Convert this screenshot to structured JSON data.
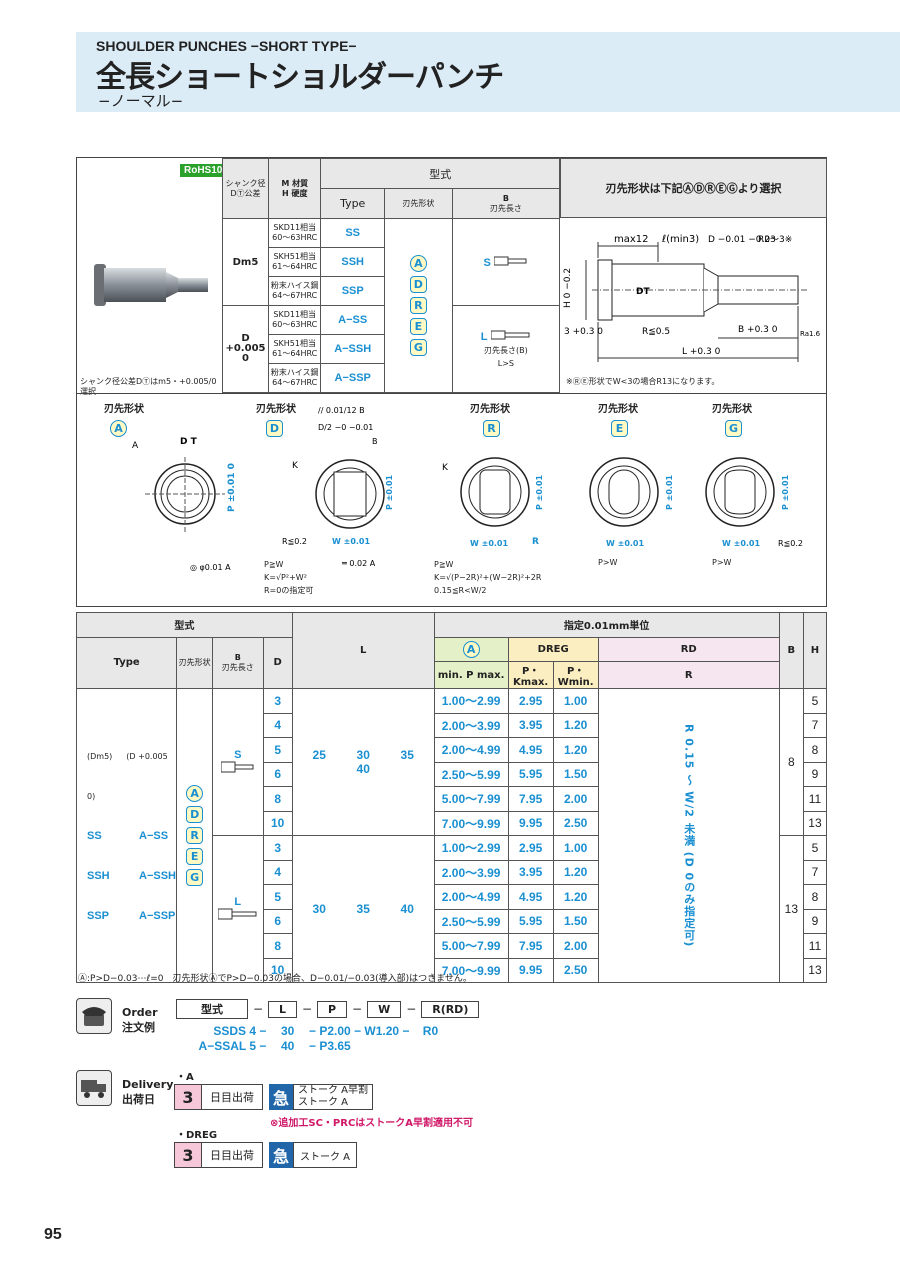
{
  "header": {
    "en": "SHOULDER PUNCHES −SHORT TYPE−",
    "jp": "全長ショートショルダーパンチ",
    "sub": "−ノーマル−"
  },
  "spec": {
    "rohs": "RoHS10",
    "col_shank": "シャンク径\nDⓉ公差",
    "col_mat": "M 材質\nH 硬度",
    "type_group": "型式",
    "type": "Type",
    "tip_shape": "刃先形状",
    "tip_len_b": "B",
    "tip_len": "刃先長さ",
    "right_title": "刃先形状は下記ⒶⒹⓇⒺⒼより選択",
    "dm5": "Dm5",
    "dtol": "D +0.005 0",
    "materials": [
      {
        "mat": "SKD11相当",
        "hrc": "60〜63HRC",
        "type": "SS"
      },
      {
        "mat": "SKH51相当",
        "hrc": "61〜64HRC",
        "type": "SSH"
      },
      {
        "mat": "粉末ハイス鋼",
        "hrc": "64〜67HRC",
        "type": "SSP"
      },
      {
        "mat": "SKD11相当",
        "hrc": "60〜63HRC",
        "type": "A−SS"
      },
      {
        "mat": "SKH51相当",
        "hrc": "61〜64HRC",
        "type": "A−SSH"
      },
      {
        "mat": "粉末ハイス鋼",
        "hrc": "64〜67HRC",
        "type": "A−SSP"
      }
    ],
    "shapes": [
      "A",
      "D",
      "R",
      "E",
      "G"
    ],
    "s_label": "S",
    "l_label": "L",
    "tip_note1": "刃先長さ(B)",
    "tip_note2": "L>S",
    "shank_note": "シャンク径公差DⓉはm5・+0.005/0 選択",
    "dim_max12": "max12",
    "dim_l": "ℓ(min3)",
    "dim_d": "D −0.01 −0.03",
    "dim_r": "R2〜3※",
    "dim_h": "H 0 −0.2",
    "dim_3": "3 +0.3 0",
    "dim_r05": "R≦0.5",
    "dim_b": "B +0.3 0",
    "dim_L": "L +0.3 0",
    "dim_ra": "Ra1.6",
    "dim_dt": "DT",
    "r_note": "※ⓇⒺ形状でW<3の場合R13になります。"
  },
  "shapes_detail": {
    "title": "刃先形状",
    "A": {
      "letter": "A",
      "lab1": "A",
      "lab2": "D T",
      "p": "P ±0.01 0",
      "tol": "◎ φ0.01 A"
    },
    "D": {
      "letter": "D",
      "tol1": "// 0.01/12 B",
      "half": "D/2 −0 −0.01",
      "b": "B",
      "k": "K",
      "p": "P ±0.01",
      "r": "R≦0.2",
      "w": "W ±0.01",
      "tol2": "═ 0.02 A",
      "n1": "P≧W",
      "n2": "K=√P²+W²",
      "n3": "R=0の指定可"
    },
    "R": {
      "letter": "R",
      "k": "K",
      "p": "P ±0.01",
      "w": "W ±0.01",
      "r": "R",
      "n1": "P≧W",
      "n2": "K=√(P−2R)²+(W−2R)²+2R",
      "n3": "0.15≦R<W/2"
    },
    "E": {
      "letter": "E",
      "p": "P ±0.01",
      "w": "W ±0.01",
      "n1": "P>W"
    },
    "G": {
      "letter": "G",
      "p": "P ±0.01",
      "w": "W ±0.01",
      "r": "R≦0.2",
      "n1": "P>W"
    }
  },
  "table": {
    "type_group": "型式",
    "type": "Type",
    "tip_shape": "刃先形状",
    "b": "B",
    "tip_len": "刃先長さ",
    "d": "D",
    "l": "L",
    "spec_unit": "指定0.01mm単位",
    "h_a": "A",
    "h_dreg": "DREG",
    "h_rd": "RD",
    "h_B": "B",
    "h_H": "H",
    "sub_a": "min. P max.",
    "sub_pk": "P・Kmax.",
    "sub_pw": "P・Wmin.",
    "sub_r": "R",
    "dm5": "(Dm5)",
    "dtol": "(D +0.005 0)",
    "types": [
      [
        "SS",
        "A−SS"
      ],
      [
        "SSH",
        "A−SSH"
      ],
      [
        "SSP",
        "A−SSP"
      ]
    ],
    "s": "S",
    "lbl_l": "L",
    "l_s": [
      "25",
      "30",
      "35",
      "40"
    ],
    "l_l": [
      "30",
      "35",
      "40"
    ],
    "r_text": "R 0.15 〜 W/2 未満 (D 0のみ指定可)",
    "b_s": "8",
    "b_l": "13",
    "rows": [
      {
        "d": "3",
        "a": "1.00〜2.99",
        "pk": "2.95",
        "pw": "1.00",
        "h": "5"
      },
      {
        "d": "4",
        "a": "2.00〜3.99",
        "pk": "3.95",
        "pw": "1.20",
        "h": "7"
      },
      {
        "d": "5",
        "a": "2.00〜4.99",
        "pk": "4.95",
        "pw": "1.20",
        "h": "8"
      },
      {
        "d": "6",
        "a": "2.50〜5.99",
        "pk": "5.95",
        "pw": "1.50",
        "h": "9"
      },
      {
        "d": "8",
        "a": "5.00〜7.99",
        "pk": "7.95",
        "pw": "2.00",
        "h": "11"
      },
      {
        "d": "10",
        "a": "7.00〜9.99",
        "pk": "9.95",
        "pw": "2.50",
        "h": "13"
      },
      {
        "d": "3",
        "a": "1.00〜2.99",
        "pk": "2.95",
        "pw": "1.00",
        "h": "5"
      },
      {
        "d": "4",
        "a": "2.00〜3.99",
        "pk": "3.95",
        "pw": "1.20",
        "h": "7"
      },
      {
        "d": "5",
        "a": "2.00〜4.99",
        "pk": "4.95",
        "pw": "1.20",
        "h": "8"
      },
      {
        "d": "6",
        "a": "2.50〜5.99",
        "pk": "5.95",
        "pw": "1.50",
        "h": "9"
      },
      {
        "d": "8",
        "a": "5.00〜7.99",
        "pk": "7.95",
        "pw": "2.00",
        "h": "11"
      },
      {
        "d": "10",
        "a": "7.00〜9.99",
        "pk": "9.95",
        "pw": "2.50",
        "h": "13"
      }
    ]
  },
  "footnote": "Ⓐ:P>D−0.03⋯ℓ=0　刃先形状ⒶでP>D−0.03の場合、D−0.01/−0.03(導入部)はつきません。",
  "order": {
    "en": "Order",
    "jp": "注文例",
    "fields": [
      "型式",
      "L",
      "P",
      "W",
      "R(RD)"
    ],
    "ex1": [
      "SSDS 4",
      "30",
      "P2.00",
      "W1.20",
      "R0"
    ],
    "ex2": [
      "A−SSAL 5",
      "40",
      "P3.65"
    ]
  },
  "delivery": {
    "en": "Delivery",
    "jp": "出荷日",
    "a_label": "・A",
    "days": "3",
    "day_text": "日目出荷",
    "kyu": "急",
    "stroke_a": "ストーク A早割",
    "stroke_b": "ストーク A",
    "warn": "⊗追加工SC・PRCはストークA早割適用不可",
    "dreg_label": "・DREG",
    "days2": "3",
    "day_text2": "日目出荷",
    "stroke2": "ストーク A"
  },
  "page": "95"
}
